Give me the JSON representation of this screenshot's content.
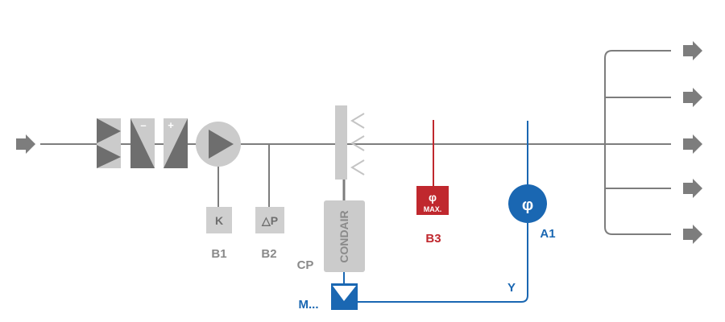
{
  "colors": {
    "line_gray": "#7d7d7d",
    "component_dark": "#6e6e6e",
    "component_light": "#cbcbcb",
    "box_light": "#cfcfcf",
    "label_gray": "#8a8a8a",
    "sensor_red": "#c0282e",
    "control_blue": "#1a67b2"
  },
  "components": {
    "filter_minus_sign": "–",
    "filter_plus_sign": "+",
    "sensor_k": "K",
    "sensor_dp": "△P",
    "condair": "CONDAIR",
    "humidity_symbol": "φ",
    "max_label": "MAX."
  },
  "labels": {
    "b1": "B1",
    "b2": "B2",
    "cp": "CP",
    "b3": "B3",
    "a1": "A1",
    "y": "Y",
    "motor": "M..."
  },
  "icons": {
    "inlet": "arrow-right-icon",
    "outlet": "arrow-right-icon",
    "fan": "fan-icon",
    "valve": "actuator-valve-icon"
  }
}
